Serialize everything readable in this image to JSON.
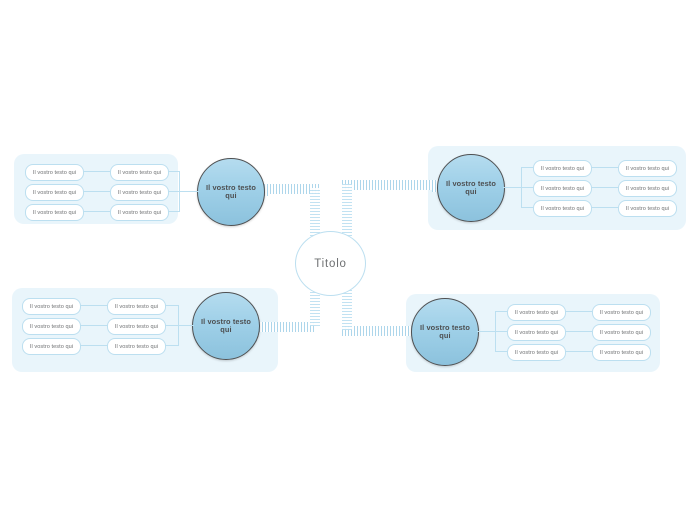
{
  "diagram": {
    "type": "mind-map",
    "center": {
      "label": "Titolo"
    },
    "placeholder_text": "Il vostro testo qui",
    "colors": {
      "panel_background": "#e9f5fb",
      "circle_gradient_top": "#b5dcef",
      "circle_gradient_bottom": "#8cc2dd",
      "circle_border": "#4e5052",
      "pill_border": "#bcdff0",
      "pill_background": "#ffffff",
      "connector_stripe": "#a9d4ea",
      "text_color": "#6f7173",
      "page_background": "#ffffff"
    },
    "branches": [
      {
        "id": "top-left",
        "circle_label": "Il vostro testo qui",
        "level1": [
          {
            "label": "Il vostro testo qui"
          },
          {
            "label": "Il vostro testo qui"
          },
          {
            "label": "Il vostro testo qui"
          }
        ],
        "level2": [
          {
            "label": "Il vostro testo qui"
          },
          {
            "label": "Il vostro testo qui"
          },
          {
            "label": "Il vostro testo qui"
          }
        ]
      },
      {
        "id": "top-right",
        "circle_label": "Il vostro testo qui",
        "level1": [
          {
            "label": "Il vostro testo qui"
          },
          {
            "label": "Il vostro testo qui"
          },
          {
            "label": "Il vostro testo qui"
          }
        ],
        "level2": [
          {
            "label": "Il vostro testo qui"
          },
          {
            "label": "Il vostro testo qui"
          },
          {
            "label": "Il vostro testo qui"
          }
        ]
      },
      {
        "id": "bottom-left",
        "circle_label": "Il vostro testo qui",
        "level1": [
          {
            "label": "Il vostro testo qui"
          },
          {
            "label": "Il vostro testo qui"
          },
          {
            "label": "Il vostro testo qui"
          }
        ],
        "level2": [
          {
            "label": "Il vostro testo qui"
          },
          {
            "label": "Il vostro testo qui"
          },
          {
            "label": "Il vostro testo qui"
          }
        ]
      },
      {
        "id": "bottom-right",
        "circle_label": "Il vostro testo qui",
        "level1": [
          {
            "label": "Il vostro testo qui"
          },
          {
            "label": "Il vostro testo qui"
          },
          {
            "label": "Il vostro testo qui"
          }
        ],
        "level2": [
          {
            "label": "Il vostro testo qui"
          },
          {
            "label": "Il vostro testo qui"
          },
          {
            "label": "Il vostro testo qui"
          }
        ]
      }
    ]
  }
}
